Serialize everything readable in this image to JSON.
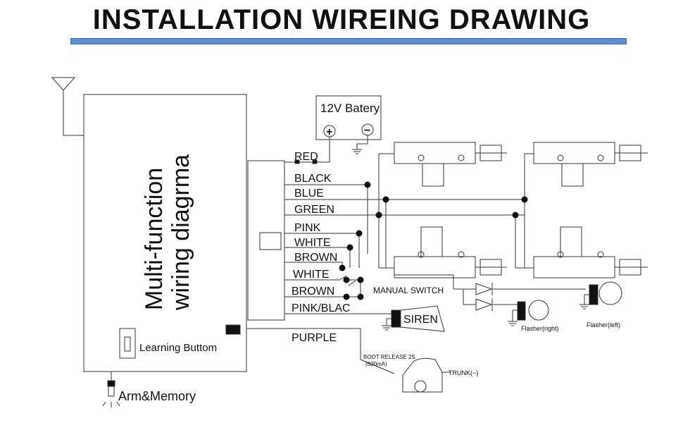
{
  "title": "INSTALLATION WIREING DRAWING",
  "colors": {
    "accent_bar": "#5b8fd1",
    "line": "#333333",
    "component_fill": "#111111"
  },
  "module": {
    "title_line1": "Multi-function",
    "title_line2": "wiring diagrma",
    "learning_button": "Learning Buttom",
    "arm_memory": "Arm&Memory"
  },
  "battery": {
    "label": "12V Batery",
    "plus": "+",
    "minus": "−"
  },
  "wires": {
    "red": "RED",
    "black": "BLACK",
    "blue": "BLUE",
    "green": "GREEN",
    "pink": "PINK",
    "white1": "WHITE",
    "brown1": "BROWN",
    "white2": "WHITE",
    "brown2": "BROWN",
    "pink_black": "PINK/BLAC",
    "purple": "PURPLE"
  },
  "manual_switch": "MANUAL SWITCH",
  "siren": "SIREN",
  "flasher_right": "Flasher(right)",
  "flasher_left": "Flasher(left)",
  "boot_release_line1": "BOOT RELEASE 2S",
  "boot_release_line2": "(600mA)",
  "trunk": "TRUNK(−)"
}
